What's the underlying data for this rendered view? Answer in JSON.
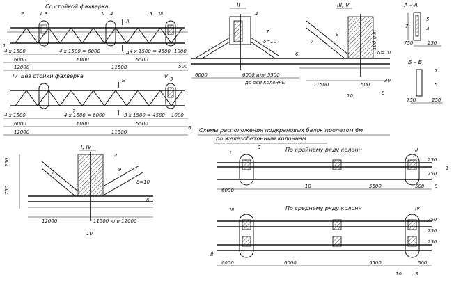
{
  "top_truss": {
    "title": "Со стойкой фахверка",
    "numbers": [
      "1",
      "2",
      "3",
      "I",
      "II",
      "4",
      "III",
      "5"
    ],
    "section_mark": "A",
    "dims_row1": [
      "4 x 1500",
      "4 x 1500 = 6000",
      "4 x 1500 = 4500",
      "1000"
    ],
    "dims_row2": [
      "6000",
      "6000",
      "5500",
      "500"
    ],
    "dims_row3": [
      "12000",
      "11500"
    ]
  },
  "mid_truss": {
    "title": "Без стойки фахверка",
    "numbers": [
      "IV",
      "3",
      "V",
      "7",
      "6"
    ],
    "section_mark": "Б",
    "dims_row1": [
      "4 x 1500",
      "4 x 1500 = 6000",
      "3 x 1500 = 4500",
      "1000"
    ],
    "dims_row2": [
      "6000",
      "6000",
      "5500"
    ],
    "dims_row3": [
      "12000",
      "11500"
    ]
  },
  "detail_ii": {
    "title": "II",
    "labels": [
      "4",
      "7",
      "δ=10",
      "6"
    ],
    "dims": [
      "6000",
      "6000 или 5500",
      "до оси колонны"
    ]
  },
  "detail_iii_v": {
    "title": "III, V",
    "labels": [
      "7",
      "9",
      "100 min",
      "δ=10",
      "8"
    ],
    "dims": [
      "11500",
      "500",
      "30",
      "10"
    ]
  },
  "section_aa": {
    "title": "А – А",
    "labels": [
      "7",
      "5",
      "4"
    ],
    "dims": [
      "750",
      "250"
    ]
  },
  "section_bb": {
    "title": "Б – Б",
    "labels": [
      "7",
      "5"
    ],
    "dims": [
      "750",
      "250"
    ]
  },
  "detail_i_iv": {
    "title": "I, IV",
    "labels": [
      "7",
      "4",
      "9",
      "δ=10",
      "6"
    ],
    "dims": [
      "250",
      "750",
      "12000",
      "11500 или 12000",
      "10"
    ]
  },
  "scheme": {
    "title_line1": "Схемы расположения подкрановых балок пролетом 6м",
    "title_line2": "по железобетонным колоннам",
    "row1_title": "По крайнему ряду колонн",
    "row1_marks": [
      "I",
      "3",
      "II"
    ],
    "row1_dims": [
      "6000",
      "10",
      "5500",
      "500",
      "8",
      "250",
      "750",
      "1"
    ],
    "row2_title": "По среднему ряду колонн",
    "row2_marks": [
      "III",
      "IV"
    ],
    "row2_dims": [
      "6000",
      "6000",
      "5500",
      "500",
      "8",
      "250",
      "250",
      "750",
      "10",
      "3"
    ]
  }
}
